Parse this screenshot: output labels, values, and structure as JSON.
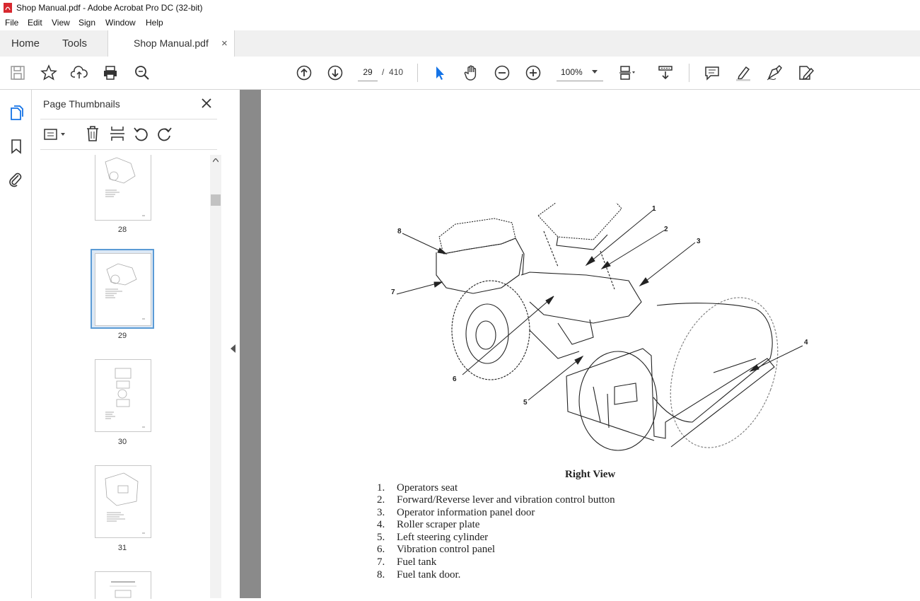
{
  "window": {
    "title": "Shop Manual.pdf - Adobe Acrobat Pro DC (32-bit)"
  },
  "menu": [
    "File",
    "Edit",
    "View",
    "Sign",
    "Window",
    "Help"
  ],
  "tabs": {
    "home": "Home",
    "tools": "Tools",
    "document": "Shop Manual.pdf",
    "close": "×"
  },
  "toolbar": {
    "current_page": "29",
    "page_sep": "/",
    "total_pages": "410",
    "zoom": "100%"
  },
  "thumbnails": {
    "title": "Page Thumbnails",
    "pages": [
      "28",
      "29",
      "30",
      "31"
    ],
    "selected": "29"
  },
  "document": {
    "caption": "Right View",
    "callouts": [
      "1",
      "2",
      "3",
      "4",
      "5",
      "6",
      "7",
      "8"
    ],
    "legend": [
      {
        "num": "1.",
        "text": "Operators seat"
      },
      {
        "num": "2.",
        "text": "Forward/Reverse lever and vibration control button"
      },
      {
        "num": "3.",
        "text": "Operator information panel door"
      },
      {
        "num": "4.",
        "text": "Roller scraper plate"
      },
      {
        "num": "5.",
        "text": "Left steering cylinder"
      },
      {
        "num": "6.",
        "text": "Vibration control panel"
      },
      {
        "num": "7.",
        "text": "Fuel tank"
      },
      {
        "num": "8.",
        "text": "Fuel tank door."
      }
    ]
  },
  "colors": {
    "accent": "#1473e6",
    "selected_thumb": "#5b9bd5",
    "gutter": "#8a8a8a"
  }
}
